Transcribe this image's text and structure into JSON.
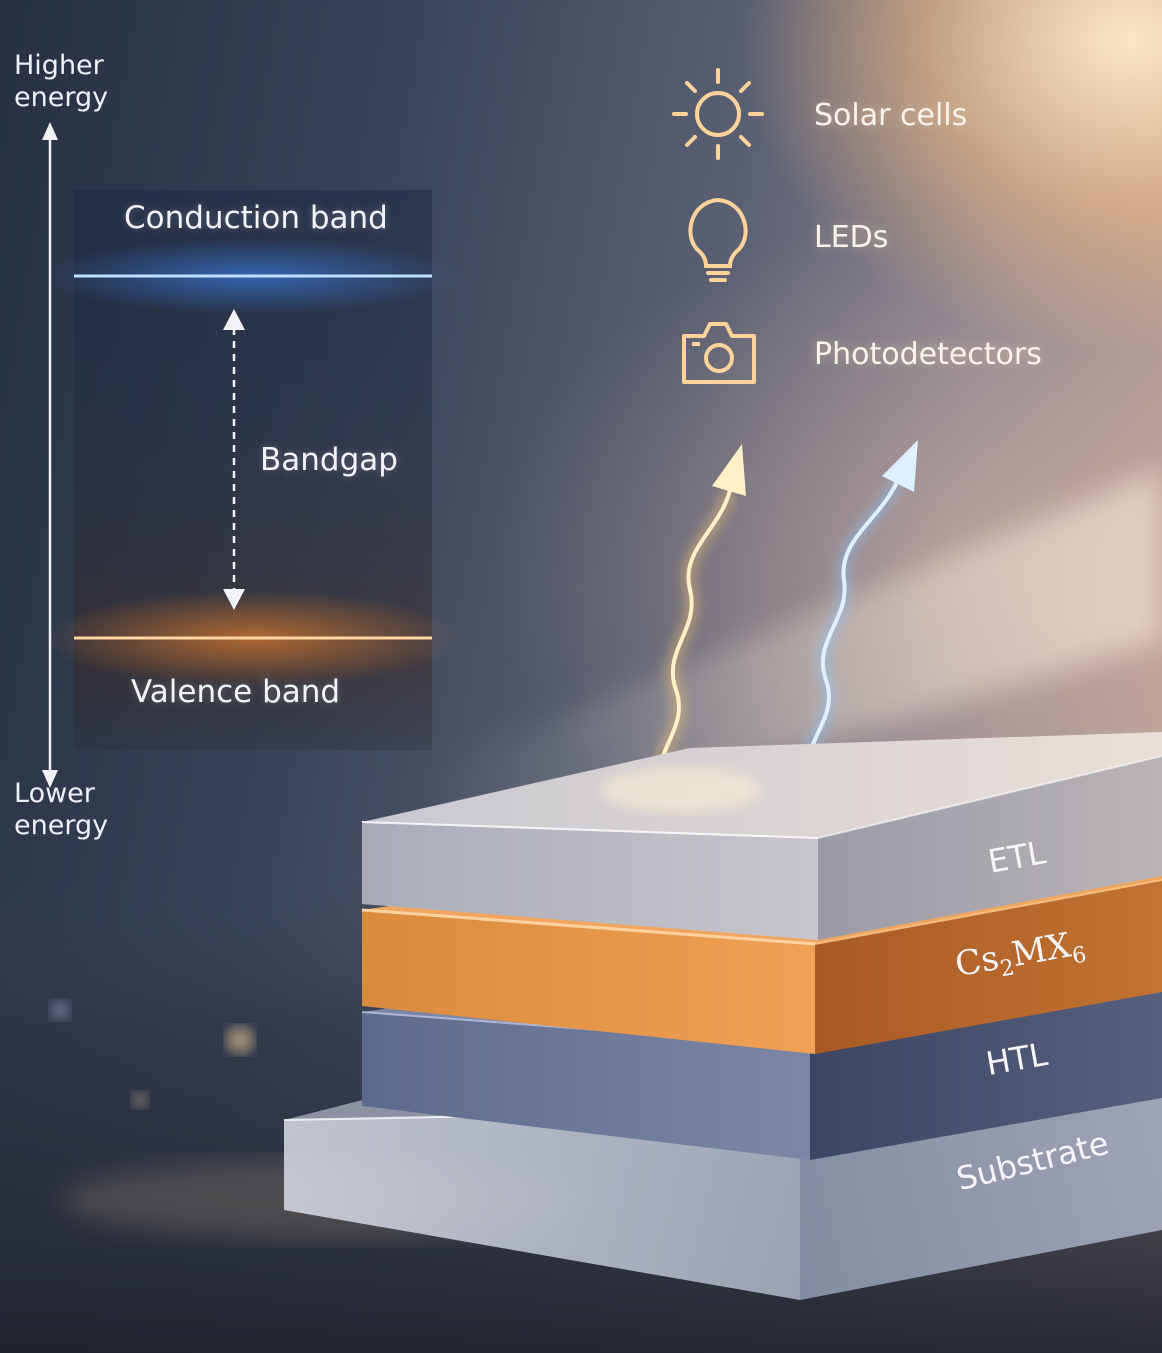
{
  "energy_axis": {
    "top_label": "Higher\nenergy",
    "bottom_label": "Lower\nenergy"
  },
  "bands": {
    "conduction": "Conduction band",
    "gap": "Bandgap",
    "valence": "Valence band"
  },
  "applications": [
    {
      "label": "Solar cells",
      "icon": "sun-icon"
    },
    {
      "label": "LEDs",
      "icon": "lightbulb-icon"
    },
    {
      "label": "Photodetectors",
      "icon": "camera-icon"
    }
  ],
  "layers": {
    "etl": "ETL",
    "absorber_prefix": "Cs",
    "absorber_sub1": "2",
    "absorber_mid": "MX",
    "absorber_sub2": "6",
    "htl": "HTL",
    "substrate": "Substrate"
  },
  "colors": {
    "conduction_band": "#4aa8ff",
    "valence_band": "#ff9a3a",
    "warm_arrow": "#ffe6a8",
    "cool_arrow": "#bfe3ff",
    "absorber_layer": "#e08a3a",
    "htl_layer": "#4a5675"
  }
}
